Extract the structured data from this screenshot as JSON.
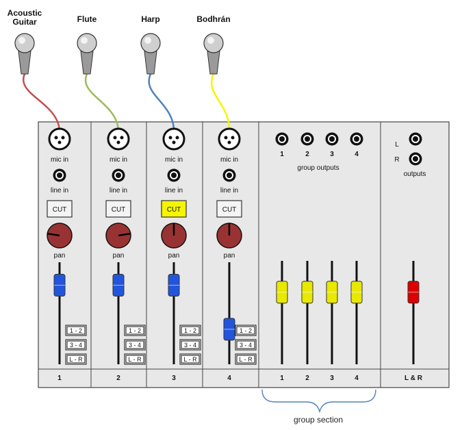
{
  "instruments": [
    {
      "name": "Acoustic Guitar",
      "lines": [
        "Acoustic",
        "Guitar"
      ],
      "cable_color": "#c0504d"
    },
    {
      "name": "Flute",
      "lines": [
        "Flute"
      ],
      "cable_color": "#9bbb59"
    },
    {
      "name": "Harp",
      "lines": [
        "Harp"
      ],
      "cable_color": "#4f81bd"
    },
    {
      "name": "Bodhrán",
      "lines": [
        "Bodhrán"
      ],
      "cable_color": "#f5f500"
    }
  ],
  "channels": [
    {
      "number": "1",
      "mic_in": "mic in",
      "line_in": "line in",
      "cut": "CUT",
      "cut_active": false,
      "pan": "pan",
      "pan_position": 0.2,
      "fader_level": 0.85,
      "routes": [
        "1 - 2",
        "3 - 4",
        "L - R"
      ]
    },
    {
      "number": "2",
      "mic_in": "mic in",
      "line_in": "line in",
      "cut": "CUT",
      "cut_active": false,
      "pan": "pan",
      "pan_position": 0.8,
      "fader_level": 0.85,
      "routes": [
        "1 - 2",
        "3 - 4",
        "L - R"
      ]
    },
    {
      "number": "3",
      "mic_in": "mic in",
      "line_in": "line in",
      "cut": "CUT",
      "cut_active": true,
      "pan": "pan",
      "pan_position": 0.5,
      "fader_level": 0.85,
      "routes": [
        "1 - 2",
        "3 - 4",
        "L - R"
      ]
    },
    {
      "number": "4",
      "mic_in": "mic in",
      "line_in": "line in",
      "cut": "CUT",
      "cut_active": false,
      "pan": "pan",
      "pan_position": 0.5,
      "fader_level": 0.3,
      "routes": [
        "1 - 2",
        "3 - 4",
        "L - R"
      ]
    }
  ],
  "group": {
    "outputs_label": "group outputs",
    "output_numbers": [
      "1",
      "2",
      "3",
      "4"
    ],
    "fader_numbers": [
      "1",
      "2",
      "3",
      "4"
    ],
    "fader_levels": [
      0.75,
      0.75,
      0.75,
      0.75
    ],
    "fader_color": "#e8e800",
    "section_label": "group section"
  },
  "master": {
    "outputs_label": "outputs",
    "left_label": "L",
    "right_label": "R",
    "footer_label": "L & R",
    "fader_level": 0.75,
    "fader_color": "#dd0000"
  },
  "colors": {
    "panel": "#e8e8e8",
    "channel_fader": "#2255dd",
    "cut_active": "#f5f500",
    "knob": "#993333"
  }
}
